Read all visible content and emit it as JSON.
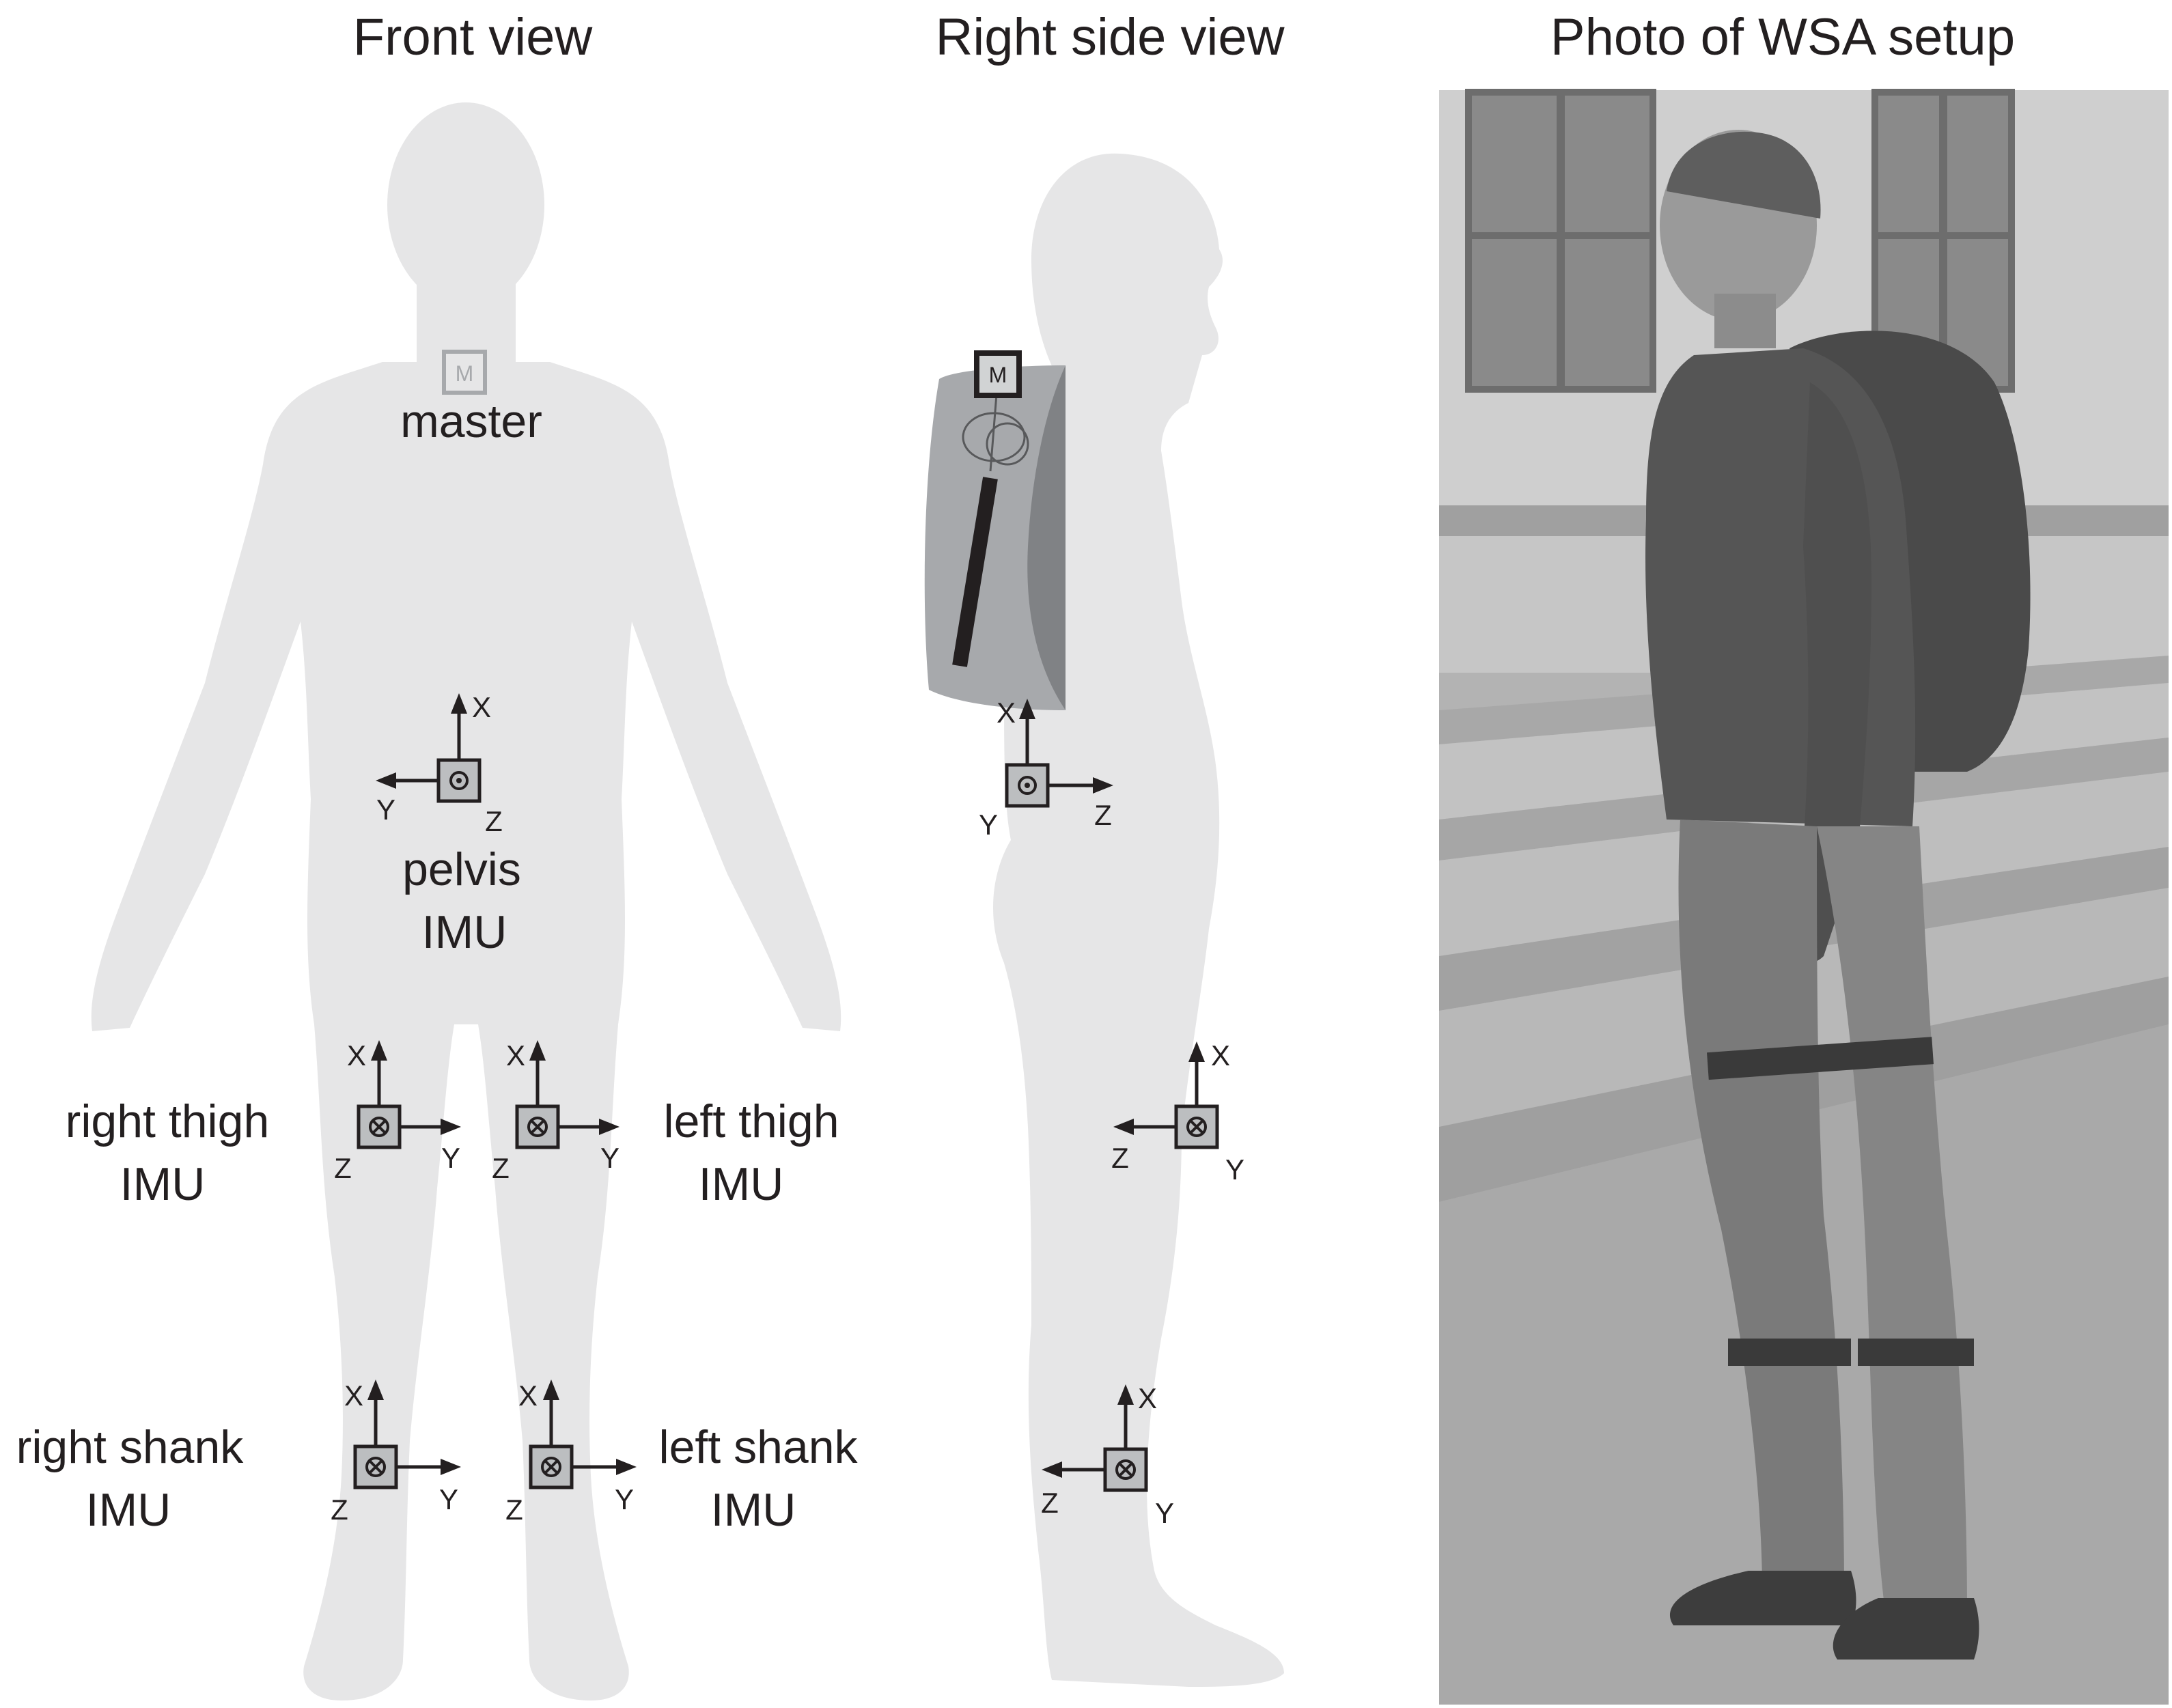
{
  "titles": {
    "front": "Front view",
    "side": "Right side view",
    "photo": "Photo of WSA setup"
  },
  "front": {
    "master": {
      "label": "master",
      "box_letter": "M"
    },
    "pelvis": {
      "line1": "pelvis",
      "line2": "IMU",
      "axes": {
        "x": "X",
        "y": "Y",
        "z": "Z"
      },
      "symbol": "dot"
    },
    "right_thigh": {
      "line1": "right thigh",
      "line2": "IMU",
      "axes": {
        "x": "X",
        "y": "Y",
        "z": "Z"
      },
      "symbol": "cross"
    },
    "left_thigh": {
      "line1": "left thigh",
      "line2": "IMU",
      "axes": {
        "x": "X",
        "y": "Y",
        "z": "Z"
      },
      "symbol": "cross"
    },
    "right_shank": {
      "line1": "right shank",
      "line2": "IMU",
      "axes": {
        "x": "X",
        "y": "Y",
        "z": "Z"
      },
      "symbol": "cross"
    },
    "left_shank": {
      "line1": "left shank",
      "line2": "IMU",
      "axes": {
        "x": "X",
        "y": "Y",
        "z": "Z"
      },
      "symbol": "cross"
    }
  },
  "side": {
    "master_letter": "M",
    "pelvis_axes": {
      "x": "X",
      "y": "Y",
      "z": "Z"
    },
    "thigh_axes": {
      "x": "X",
      "y": "Y",
      "z": "Z"
    },
    "shank_axes": {
      "x": "X",
      "y": "Y",
      "z": "Z"
    }
  },
  "colors": {
    "silhouette": "#e6e6e7",
    "sensor_box": "#bcbec0",
    "text": "#231f20",
    "photo_bg": "#b3b3b3"
  }
}
